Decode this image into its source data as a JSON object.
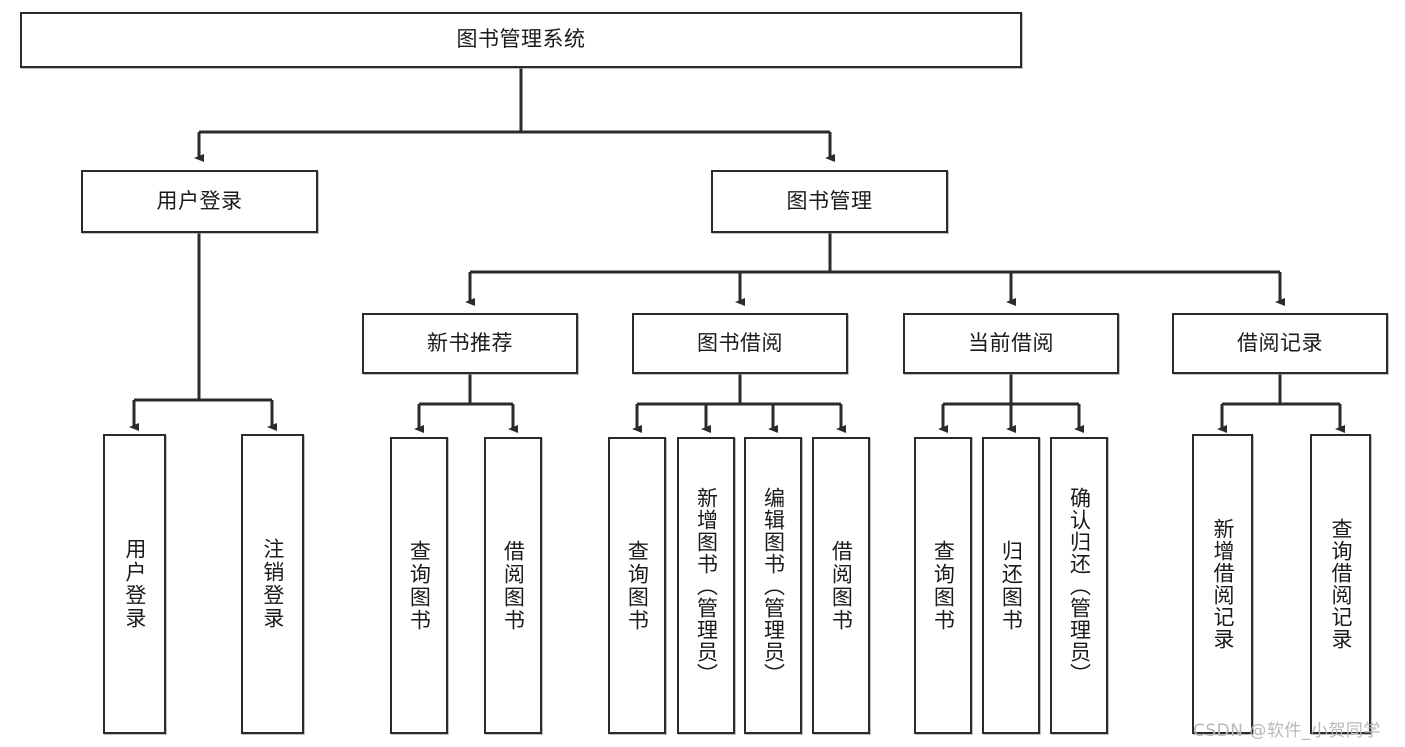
{
  "diagram": {
    "title": "图书管理系统",
    "type": "function-structure-tree",
    "levels": 4,
    "nodes": {
      "root": {
        "label": "图书管理系统"
      },
      "level2": [
        {
          "label": "用户登录"
        },
        {
          "label": "图书管理"
        }
      ],
      "level3": [
        {
          "label": "新书推荐"
        },
        {
          "label": "图书借阅"
        },
        {
          "label": "当前借阅"
        },
        {
          "label": "借阅记录"
        }
      ],
      "leaves_user_login": [
        {
          "label": "用户登录"
        },
        {
          "label": "注销登录"
        }
      ],
      "leaves_new_book": [
        {
          "label": "查询图书"
        },
        {
          "label": "借阅图书"
        }
      ],
      "leaves_borrow": [
        {
          "label": "查询图书"
        },
        {
          "label": "新增图书（管理员）"
        },
        {
          "label": "编辑图书（管理员）"
        },
        {
          "label": "借阅图书"
        }
      ],
      "leaves_current": [
        {
          "label": "查询图书"
        },
        {
          "label": "归还图书"
        },
        {
          "label": "确认归还（管理员）"
        }
      ],
      "leaves_records": [
        {
          "label": "新增借阅记录"
        },
        {
          "label": "查询借阅记录"
        }
      ]
    },
    "watermark": "CSDN @软件_小贺同学",
    "colors": {
      "border": "#2b2b2b",
      "background": "#ffffff",
      "text": "#1b1b1b",
      "watermark": "#b9b9b9"
    }
  }
}
